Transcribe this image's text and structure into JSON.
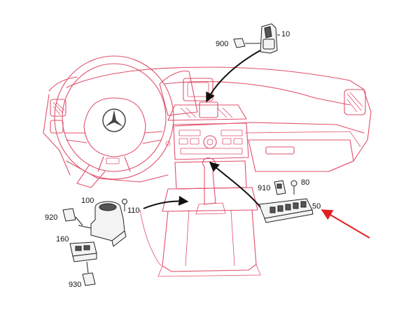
{
  "diagram": {
    "accent_color": "#e0506a",
    "pointer_color": "#e02020",
    "callouts": {
      "c10": "10",
      "c900": "900",
      "c910": "910",
      "c80": "80",
      "c50": "50",
      "c100": "100",
      "c110": "110",
      "c920": "920",
      "c160": "160",
      "c930": "930"
    },
    "logo": "mercedes-star-logo"
  }
}
